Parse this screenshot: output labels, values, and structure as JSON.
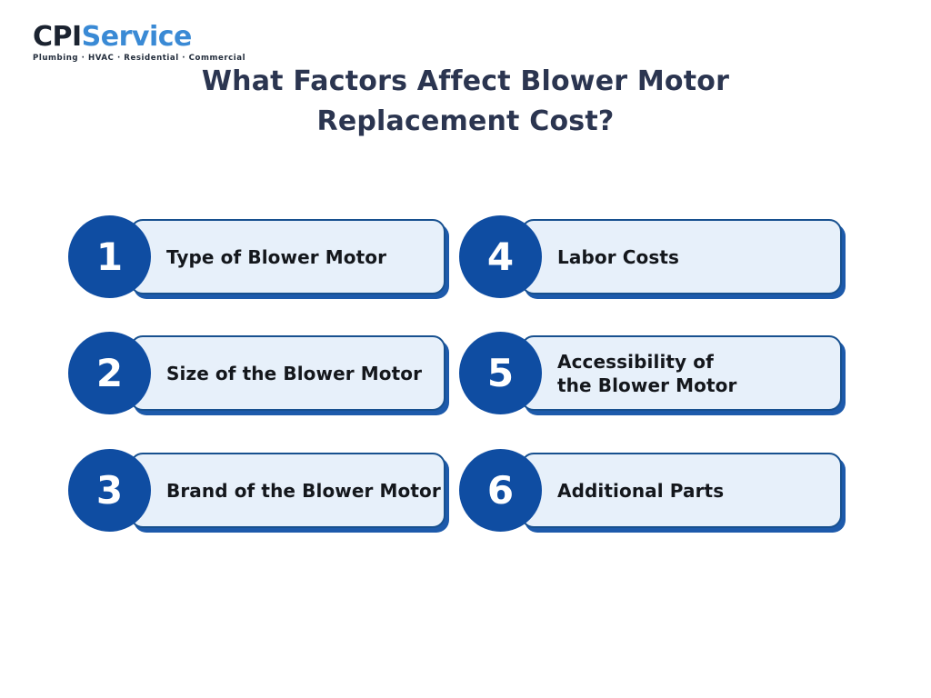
{
  "logo": {
    "brand_primary": "CPI",
    "brand_secondary": "Service",
    "tagline": "Plumbing · HVAC · Residential · Commercial",
    "primary_color": "#1b2330",
    "secondary_color": "#3a8ad5"
  },
  "title": {
    "line1": "What Factors Affect Blower Motor",
    "line2": "Replacement Cost?",
    "color": "#2b3550"
  },
  "factors": [
    {
      "number": "1",
      "label": "Type of Blower Motor"
    },
    {
      "number": "2",
      "label": "Size of the Blower Motor"
    },
    {
      "number": "3",
      "label": "Brand of the Blower Motor"
    },
    {
      "number": "4",
      "label": "Labor Costs"
    },
    {
      "number": "5",
      "label": "Accessibility of\nthe Blower Motor"
    },
    {
      "number": "6",
      "label": "Additional Parts"
    }
  ],
  "colors": {
    "number_circle": "#0f4da2",
    "box_fill": "#e7f0fa",
    "box_border": "#17508f",
    "box_shadow": "#1d5aab",
    "item_text": "#14171c",
    "background": "#ffffff"
  }
}
